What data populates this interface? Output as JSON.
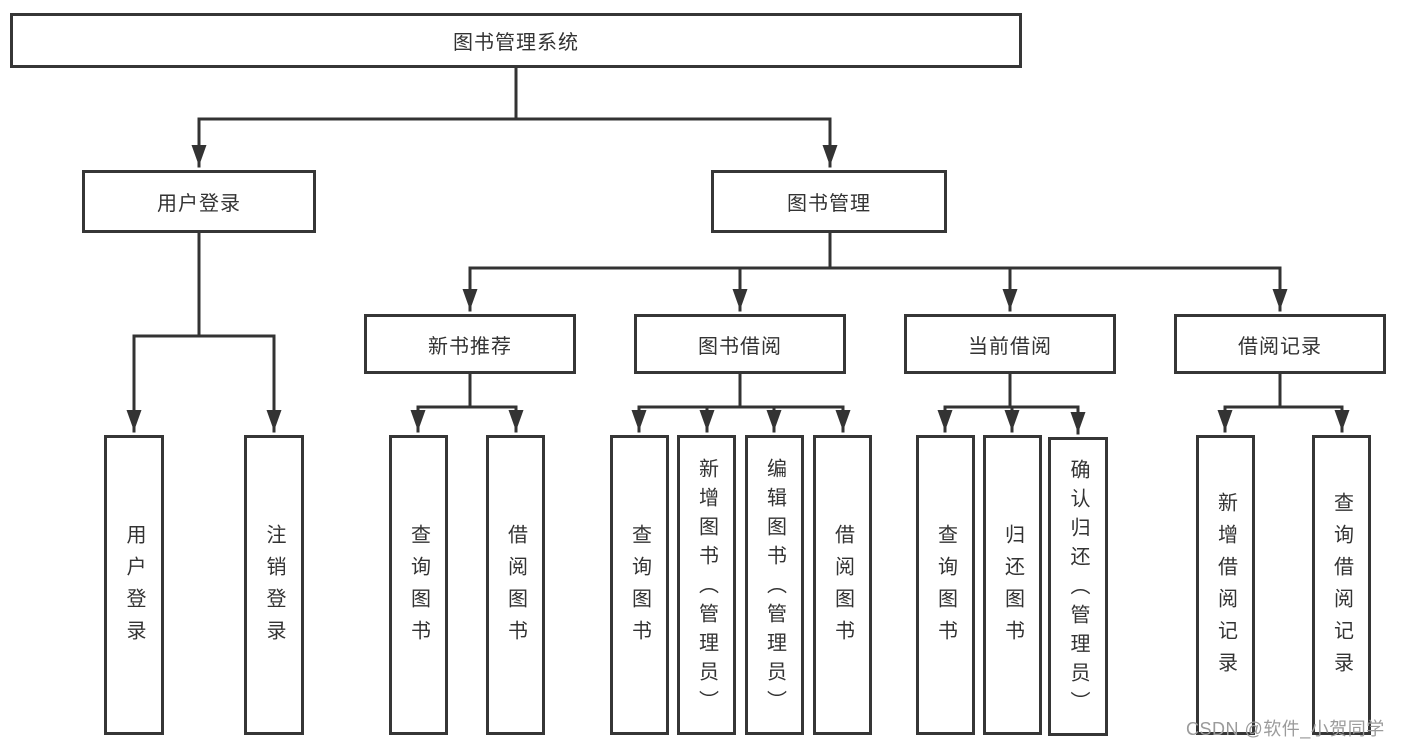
{
  "diagram": {
    "root": {
      "label": "图书管理系统"
    },
    "level2": [
      {
        "label": "用户登录"
      },
      {
        "label": "图书管理"
      }
    ],
    "level3": [
      {
        "label": "新书推荐"
      },
      {
        "label": "图书借阅"
      },
      {
        "label": "当前借阅"
      },
      {
        "label": "借阅记录"
      }
    ],
    "level4": [
      {
        "label": "用户登录"
      },
      {
        "label": "注销登录"
      },
      {
        "label": "查询图书"
      },
      {
        "label": "借阅图书"
      },
      {
        "label": "查询图书"
      },
      {
        "label": "新增图书（管理员）"
      },
      {
        "label": "编辑图书（管理员）"
      },
      {
        "label": "借阅图书"
      },
      {
        "label": "查询图书"
      },
      {
        "label": "归还图书"
      },
      {
        "label": "确认归还（管理员）"
      },
      {
        "label": "新增借阅记录"
      },
      {
        "label": "查询借阅记录"
      }
    ]
  },
  "watermark": {
    "text": "CSDN @软件_小贺同学"
  },
  "colors": {
    "line": "#333333",
    "border": "#363636",
    "text": "#333333",
    "watermark": "#9b9b9b",
    "bg": "#ffffff"
  }
}
